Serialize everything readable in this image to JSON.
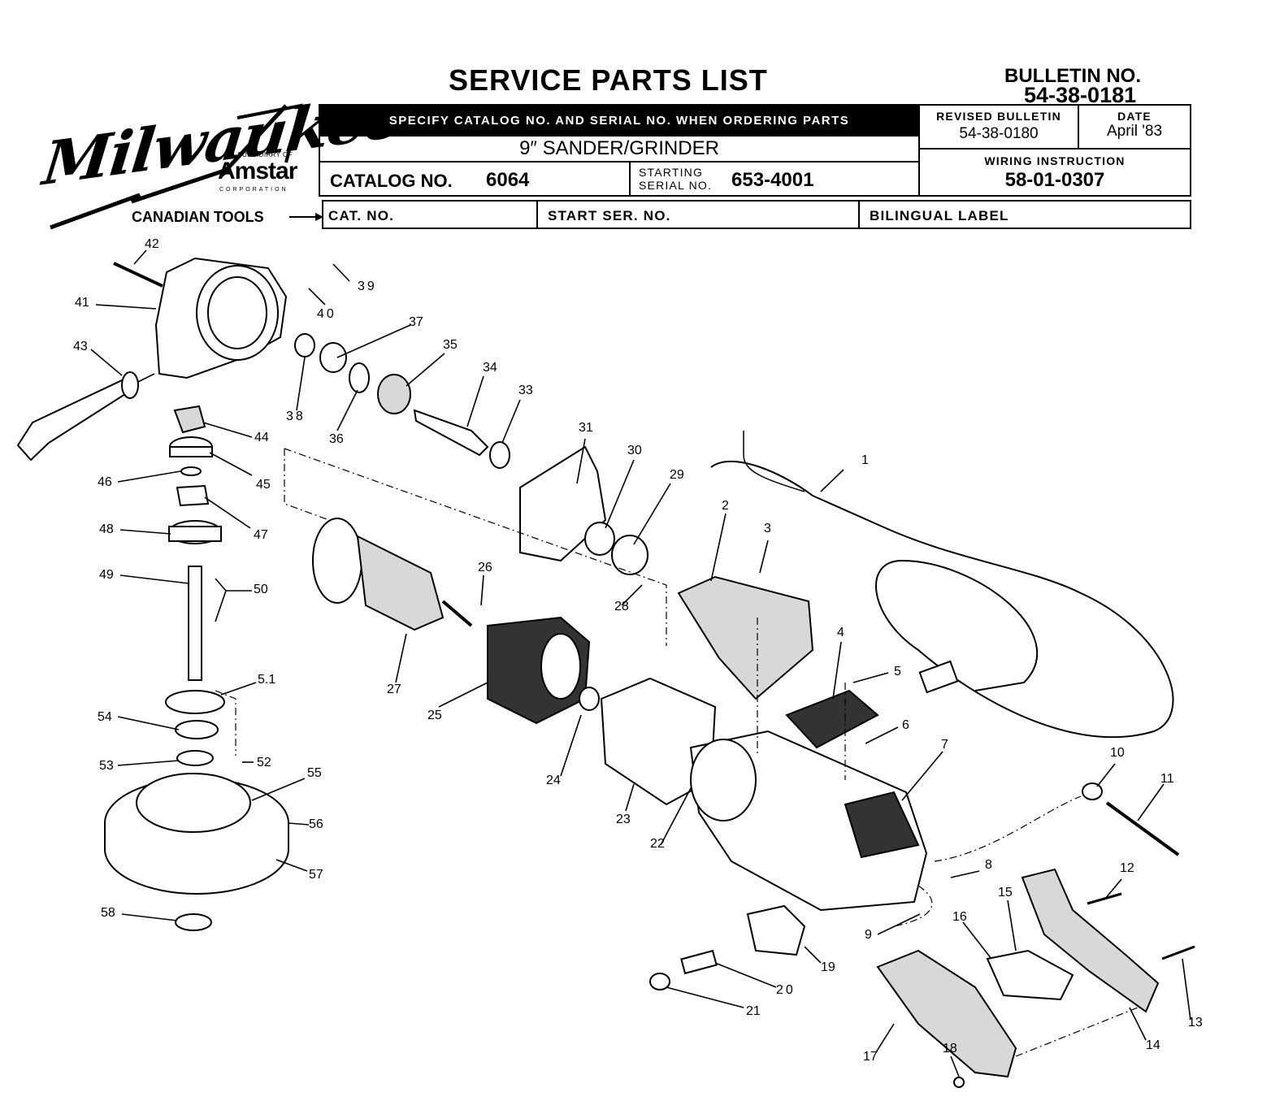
{
  "header": {
    "brand": "Milwaukee",
    "subsidiary_of": "A SUBSIDIARY OF",
    "parent": "Amstar",
    "parent_suffix": "CORPORATION",
    "title": "SERVICE PARTS LIST",
    "bulletin_label": "BULLETIN NO.",
    "bulletin_no": "54-38-0181",
    "ordering_note": "SPECIFY CATALOG NO. AND SERIAL NO. WHEN ORDERING PARTS",
    "product": "9″ SANDER/GRINDER",
    "catalog_label": "CATALOG NO.",
    "catalog_no": "6064",
    "starting_label": "STARTING",
    "serial_label": "SERIAL NO.",
    "serial_no": "653-4001",
    "revised_label": "REVISED BULLETIN",
    "revised_no": "54-38-0180",
    "date_label": "DATE",
    "date_value": "April '83",
    "wiring_label": "WIRING INSTRUCTION",
    "wiring_no": "58-01-0307",
    "canadian_label": "CANADIAN TOOLS",
    "cat_no_label": "CAT. NO.",
    "start_ser_label": "START SER. NO.",
    "bilingual_label": "BILINGUAL LABEL"
  },
  "callouts": [
    "1",
    "2",
    "3",
    "4",
    "5",
    "6",
    "7",
    "8",
    "9",
    "10",
    "11",
    "12",
    "13",
    "14",
    "15",
    "16",
    "17",
    "18",
    "19",
    "20",
    "21",
    "22",
    "23",
    "24",
    "25",
    "26",
    "27",
    "28",
    "29",
    "30",
    "31",
    "33",
    "34",
    "35",
    "36",
    "37",
    "38",
    "39",
    "40",
    "41",
    "42",
    "43",
    "44",
    "45",
    "46",
    "47",
    "48",
    "49",
    "50",
    "5.1",
    "52",
    "53",
    "54",
    "55",
    "56",
    "57",
    "58"
  ]
}
